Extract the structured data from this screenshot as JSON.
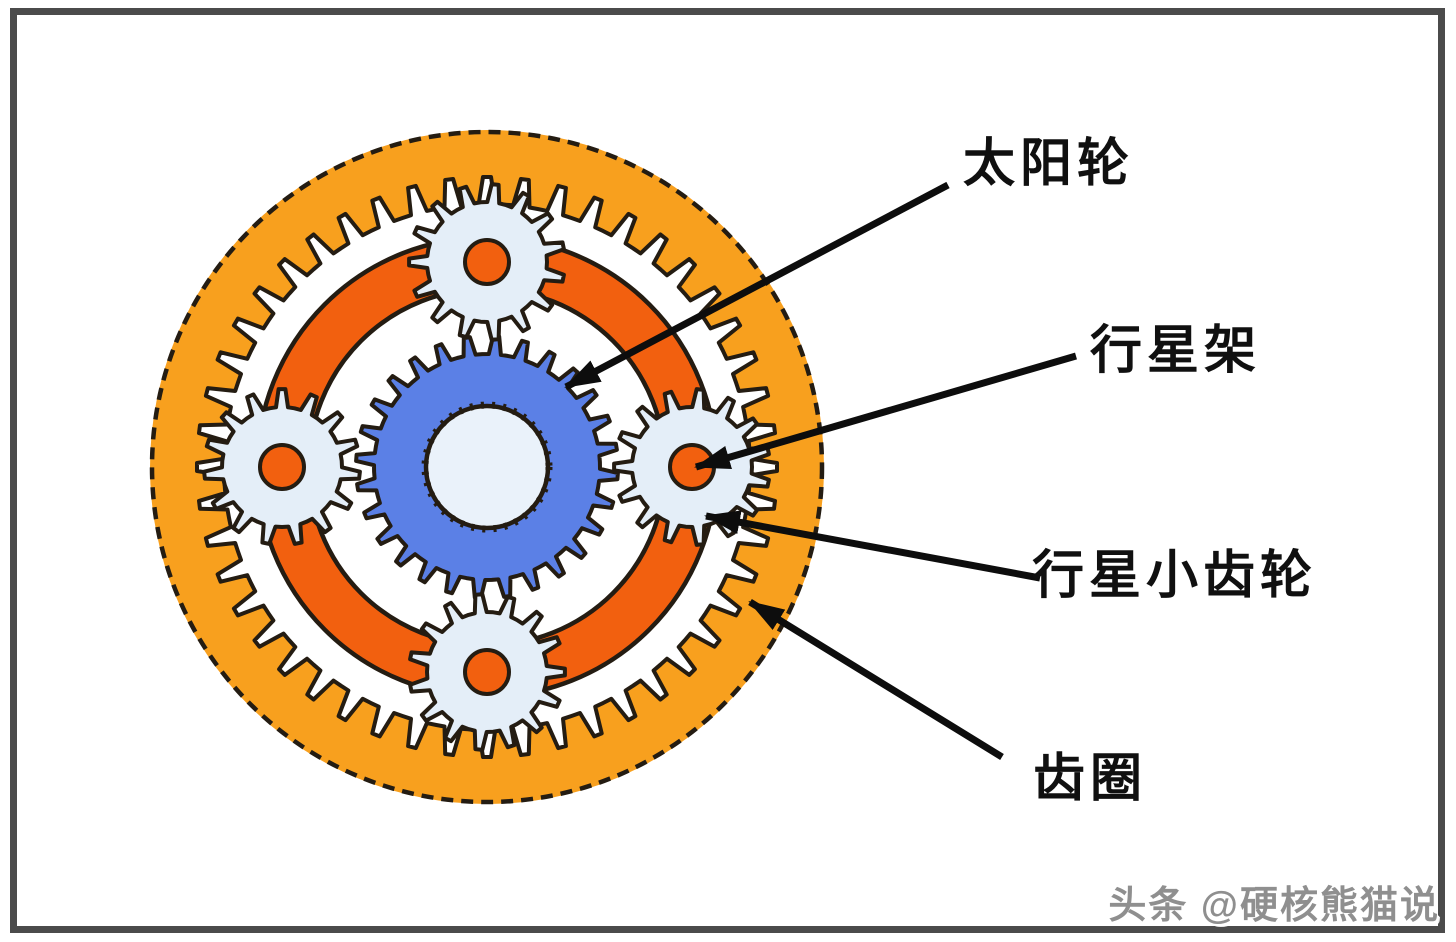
{
  "diagram": {
    "type": "planetary-gear-set",
    "labels": [
      {
        "id": "sun-gear",
        "text": "太阳轮"
      },
      {
        "id": "planet-carrier",
        "text": "行星架"
      },
      {
        "id": "planet-pinion",
        "text": "行星小齿轮"
      },
      {
        "id": "ring-gear",
        "text": "齿圈"
      }
    ],
    "colors": {
      "ring_gear_orange": "#F8A01E",
      "carrier_orange_red": "#F2600F",
      "sun_gear_blue": "#5B80E6",
      "gear_face_light": "#E4EEF8",
      "sun_bore_light": "#EAF2FA",
      "outline_dark": "#241C12",
      "arrow_black": "#0D0D0D",
      "frame_gray": "#4B4B4B",
      "watermark_gray": "#8F8F8F",
      "background_white": "#FFFFFF"
    }
  },
  "watermark": {
    "text": "头条 @硬核熊猫说"
  }
}
